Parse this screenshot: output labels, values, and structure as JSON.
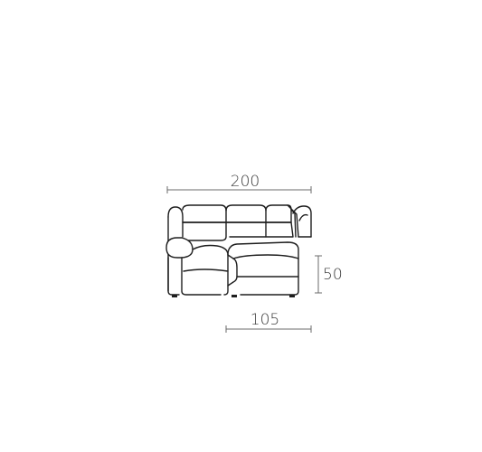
{
  "dimensions": {
    "total_width": "200",
    "seat_width": "105",
    "height": "50"
  }
}
